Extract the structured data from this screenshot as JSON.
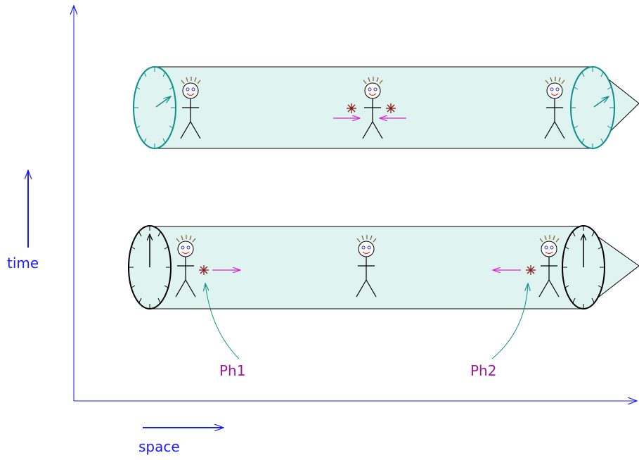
{
  "labels": {
    "time": "time",
    "space": "space",
    "photon1": "Ph1",
    "photon2": "Ph2"
  },
  "colors": {
    "axis": "#1a1aff",
    "tube_fill": "#dff3f1",
    "tube_stroke": "#000000",
    "teal": "#0f8f8c",
    "magenta": "#e020e0",
    "flash": "#8b1a1a",
    "label_purple": "#9a1a9a",
    "hair": "#8b5a2b",
    "eye": "#3030d0",
    "smile": "#e02020"
  },
  "scenes": [
    {
      "name": "later-moment",
      "people": 3,
      "flashes_meet_in_middle": true
    },
    {
      "name": "earlier-moment",
      "people": 3,
      "flashes_emitted_at_ends": true
    }
  ]
}
